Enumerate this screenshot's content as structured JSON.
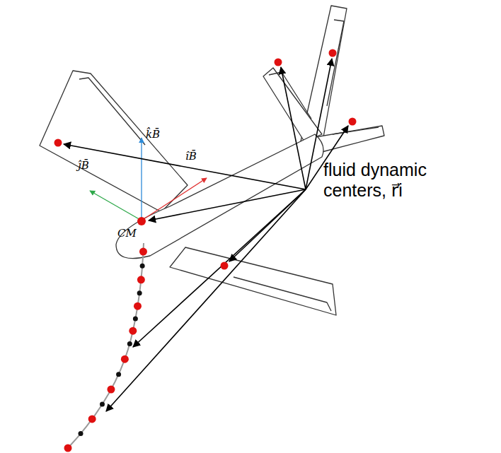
{
  "diagram": {
    "labels": [
      "k̂B̄",
      "ĵB̄",
      "îB̄",
      "CM",
      "fluid dynamic centers, r⃗i"
    ]
  }
}
